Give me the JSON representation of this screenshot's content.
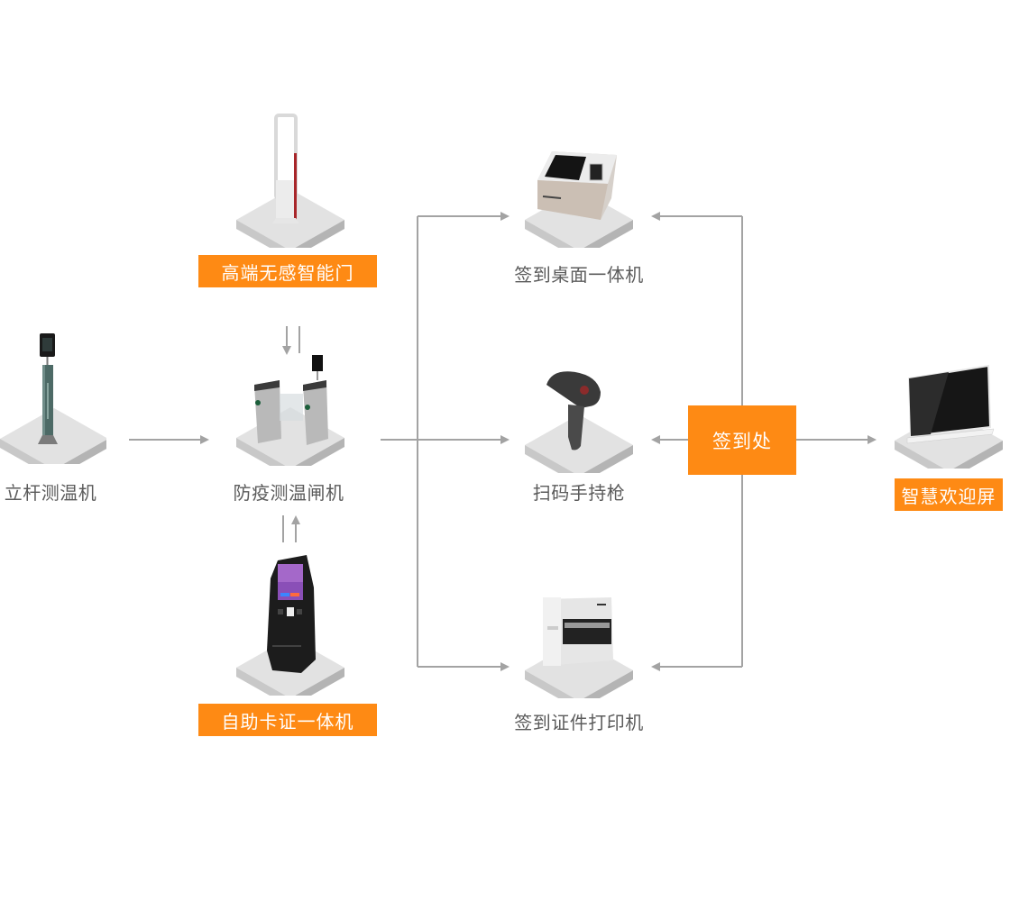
{
  "diagram": {
    "type": "flow",
    "colors": {
      "accent": "#fe8a14",
      "connector": "#a3a3a3",
      "label_text": "#5b5b5b",
      "platform_top": "#e2e2e2",
      "platform_side": "#c8c8c8"
    },
    "nodes": [
      {
        "id": "pole-thermometer",
        "label": "立杆测温机",
        "style": "plain",
        "icon": "pole-thermometer-icon"
      },
      {
        "id": "smart-door",
        "label": "高端无感智能门",
        "style": "highlight",
        "icon": "security-gate-icon"
      },
      {
        "id": "turnstile",
        "label": "防疫测温闸机",
        "style": "plain",
        "icon": "turnstile-icon"
      },
      {
        "id": "kiosk",
        "label": "自助卡证一体机",
        "style": "highlight",
        "icon": "kiosk-icon"
      },
      {
        "id": "desk-terminal",
        "label": "签到桌面一体机",
        "style": "plain",
        "icon": "desk-terminal-icon"
      },
      {
        "id": "scanner",
        "label": "扫码手持枪",
        "style": "plain",
        "icon": "barcode-scanner-icon"
      },
      {
        "id": "badge-printer",
        "label": "签到证件打印机",
        "style": "plain",
        "icon": "printer-icon"
      },
      {
        "id": "welcome-screen",
        "label": "智慧欢迎屏",
        "style": "highlight",
        "icon": "display-screen-icon"
      }
    ],
    "hub": {
      "id": "check-in",
      "label": "签到处"
    },
    "edges": [
      {
        "from": "pole-thermometer",
        "to": "turnstile"
      },
      {
        "from": "smart-door",
        "to": "turnstile"
      },
      {
        "from": "kiosk",
        "to": "turnstile"
      },
      {
        "from": "turnstile",
        "to": "desk-terminal"
      },
      {
        "from": "turnstile",
        "to": "scanner"
      },
      {
        "from": "turnstile",
        "to": "badge-printer"
      },
      {
        "from": "check-in",
        "to": "desk-terminal"
      },
      {
        "from": "check-in",
        "to": "scanner"
      },
      {
        "from": "check-in",
        "to": "badge-printer"
      },
      {
        "from": "check-in",
        "to": "welcome-screen"
      }
    ]
  }
}
